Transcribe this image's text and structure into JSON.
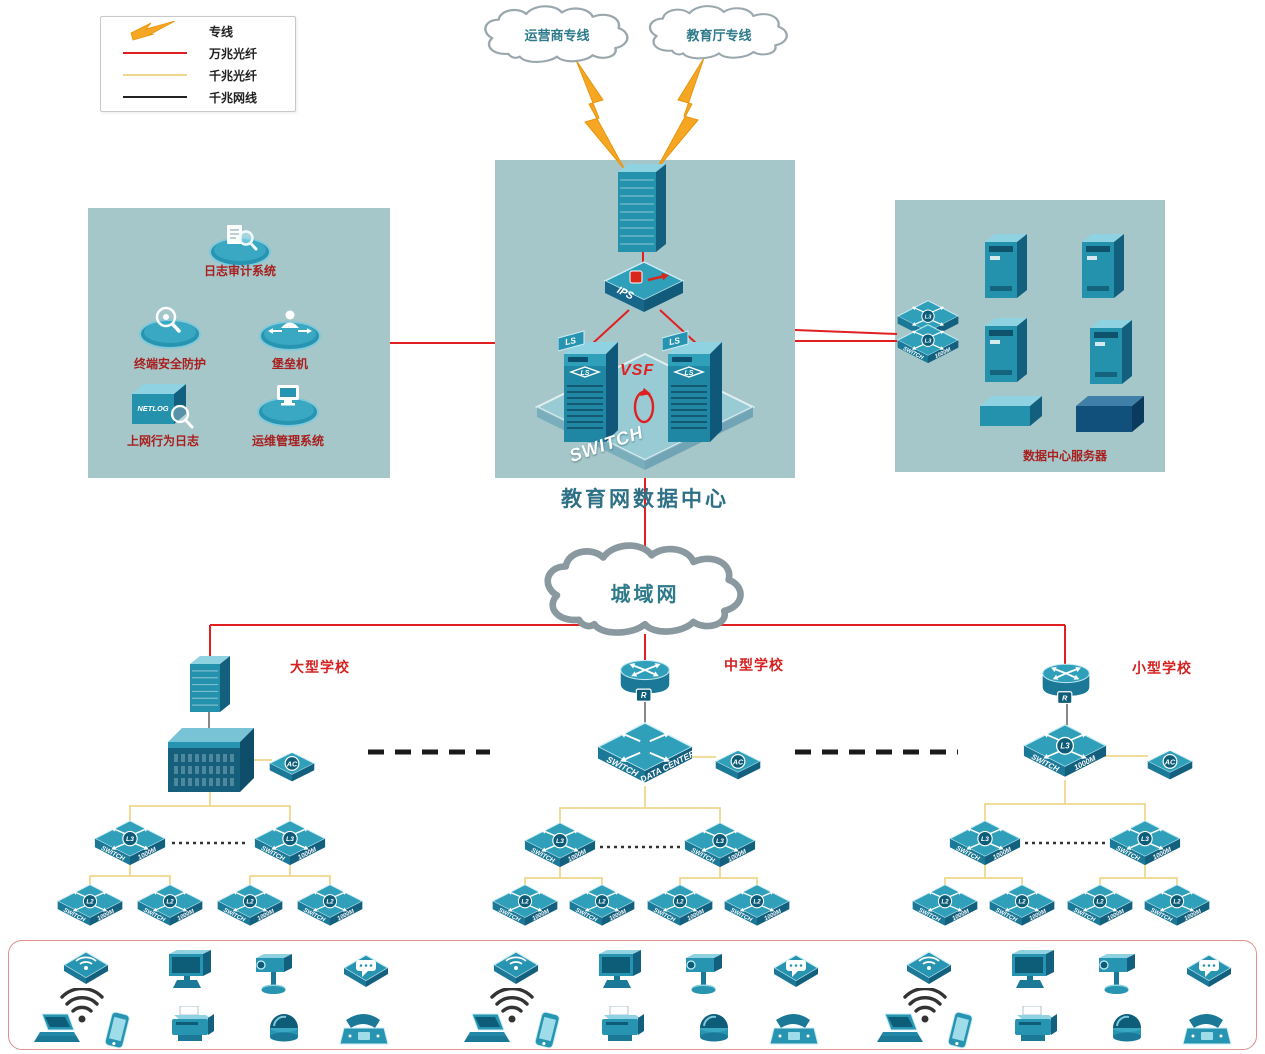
{
  "legend": {
    "items": [
      {
        "label": "专线",
        "color": "#f5a623"
      },
      {
        "label": "万兆光纤",
        "color": "#e02020"
      },
      {
        "label": "千兆光纤",
        "color": "#f0d78e"
      },
      {
        "label": "千兆网线",
        "color": "#222222"
      }
    ]
  },
  "clouds": {
    "carrier": "运营商专线",
    "education": "教育厅专线",
    "man": "城域网"
  },
  "datacenter": {
    "title": "教育网数据中心",
    "vsf_label": "VSF",
    "switch_label": "SWITCH",
    "ips_label": "IPS",
    "server_logo": "LS"
  },
  "security_zone": {
    "items": [
      "日志审计系统",
      "终端安全防护",
      "堡垒机",
      "上网行为日志",
      "运维管理系统"
    ],
    "netlog_label": "NETLOG"
  },
  "server_zone": {
    "label": "数据中心服务器"
  },
  "device_labels": {
    "l3": "L3",
    "l2": "L2",
    "switch": "SWITCH",
    "speed": "1000M",
    "ac": "AC",
    "router": "R",
    "core_switch_line1": "SWITCH",
    "core_switch_line2": "DATA CENTER"
  },
  "schools": [
    {
      "name": "大型学校"
    },
    {
      "name": "中型学校"
    },
    {
      "name": "小型学校"
    }
  ],
  "terminals": {
    "types": [
      "wlan-ap",
      "wifi-signal",
      "laptop",
      "smartphone",
      "desktop-monitor",
      "printer",
      "ptz-camera",
      "dome-camera",
      "chat-device",
      "fax-phone"
    ],
    "groups": 3
  },
  "colors": {
    "zone_background": "#a6c7c9",
    "device_primary": "#2795b2",
    "line_10g_fiber": "#e02020",
    "line_1g_fiber": "#f0d78e",
    "line_1g_copper": "#222222",
    "dedicated_line": "#f5a623"
  }
}
